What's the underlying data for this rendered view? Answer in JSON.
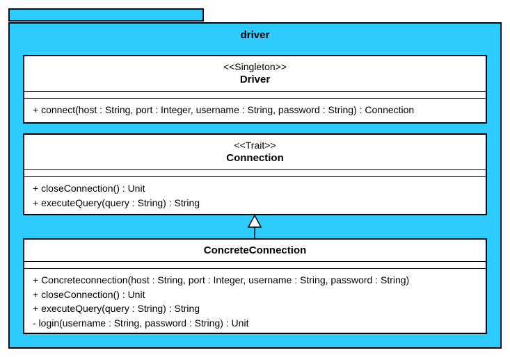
{
  "package": {
    "name": "driver",
    "fill_color": "#2ECBFF"
  },
  "classes": {
    "driver": {
      "stereotype": "<<Singleton>>",
      "name": "Driver",
      "operations": [
        "+ connect(host : String, port : Integer, username : String, password : String) : Connection"
      ]
    },
    "connection": {
      "stereotype": "<<Trait>>",
      "name": "Connection",
      "operations": [
        "+ closeConnection() : Unit",
        "+ executeQuery(query : String) : String"
      ]
    },
    "concrete_connection": {
      "name": "ConcreteConnection",
      "operations": [
        "+ Concreteconnection(host : String, port : Integer, username : String, password : String)",
        "+ closeConnection() : Unit",
        "+ executeQuery(query : String) : String",
        "- login(username : String, password : String) : Unit"
      ]
    }
  },
  "relations": [
    {
      "type": "generalization",
      "from": "ConcreteConnection",
      "to": "Connection"
    }
  ]
}
